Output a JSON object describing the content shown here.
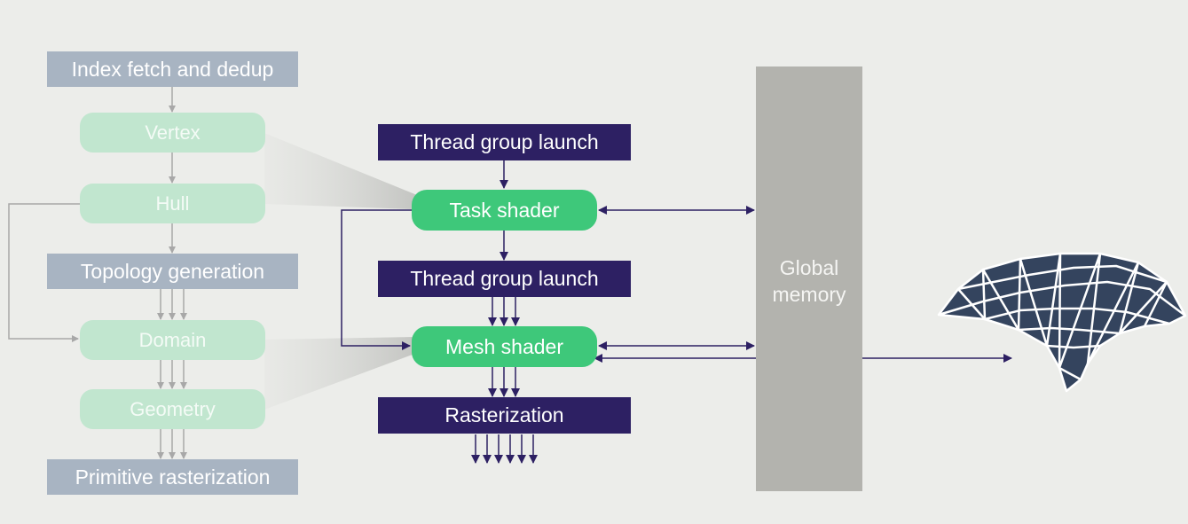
{
  "legacy_pipeline": {
    "index_fetch": "Index fetch and dedup",
    "vertex": "Vertex",
    "hull": "Hull",
    "topology": "Topology generation",
    "domain": "Domain",
    "geometry": "Geometry",
    "primitive_raster": "Primitive rasterization"
  },
  "mesh_pipeline": {
    "thread_group_launch_1": "Thread group launch",
    "task_shader": "Task shader",
    "thread_group_launch_2": "Thread group launch",
    "mesh_shader": "Mesh shader",
    "rasterization": "Rasterization"
  },
  "global_memory": "Global memory",
  "colors": {
    "legacy_box": "#a8b4c2",
    "legacy_stage": "#c1e6cf",
    "launch_box": "#2d2063",
    "shader_stage": "#3ec87a",
    "memory": "#b3b3ae",
    "mesh_fill": "#34445e",
    "background": "#ecedea"
  },
  "icons": [
    "triangle-mesh-icon"
  ]
}
